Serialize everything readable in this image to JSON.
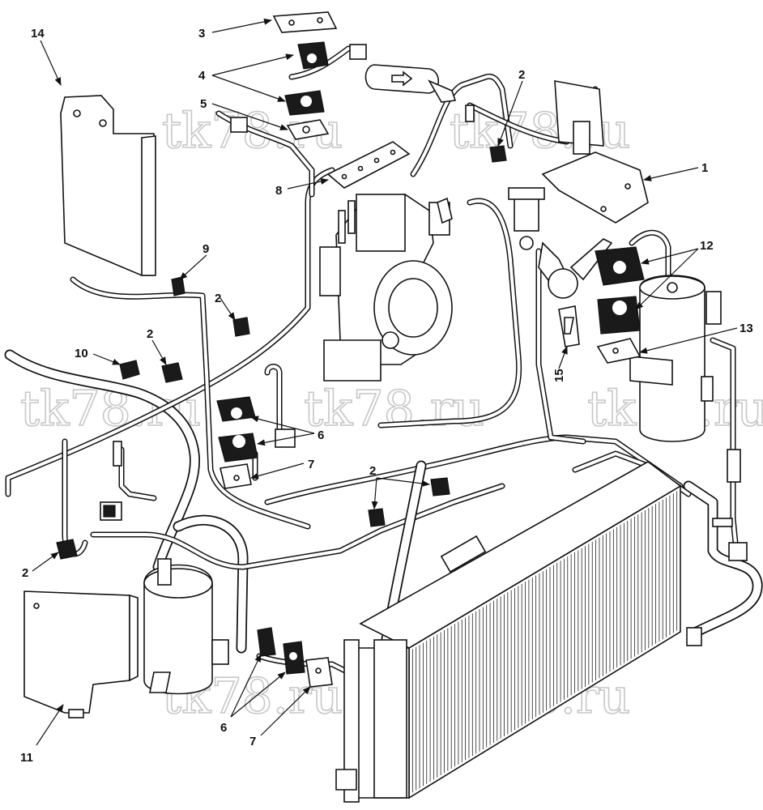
{
  "watermark": "tk78.ru",
  "callouts": {
    "c1": "1",
    "c2a": "2",
    "c2b": "2",
    "c2c": "2",
    "c2d": "2",
    "c2e": "2",
    "c3": "3",
    "c4": "4",
    "c5": "5",
    "c6a": "6",
    "c6b": "6",
    "c7a": "7",
    "c7b": "7",
    "c8": "8",
    "c9": "9",
    "c10": "10",
    "c11": "11",
    "c12": "12",
    "c13": "13",
    "c14": "14",
    "c15": "15"
  }
}
